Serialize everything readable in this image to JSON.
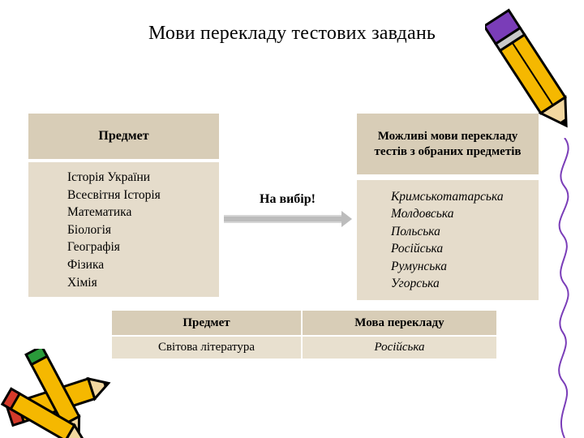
{
  "title": "Мови перекладу тестових завдань",
  "left_table": {
    "header": "Предмет",
    "items": [
      "Історія України",
      "Всесвітня Історія",
      "Математика",
      "Біологія",
      "Географія",
      "Фізика",
      "Хімія"
    ]
  },
  "choice_label": "На вибір!",
  "right_table": {
    "header": "Можливі мови перекладу тестів з обраних предметів",
    "items": [
      "Кримськотатарська",
      "Молдовська",
      "Польська",
      "Російська",
      "Румунська",
      "Угорська"
    ]
  },
  "bottom_table": {
    "headers": [
      "Предмет",
      "Мова перекладу"
    ],
    "row": [
      "Світова література",
      "Російська"
    ]
  },
  "colors": {
    "panel": "#e5dccb",
    "panel_dark": "#d8cdb7",
    "pencil_yellow": "#f5b800",
    "pencil_outline": "#000000",
    "arrow": "#bcbcbc"
  },
  "icons": [
    "pencil-icon",
    "pencils-icon",
    "squiggle-line-icon"
  ]
}
